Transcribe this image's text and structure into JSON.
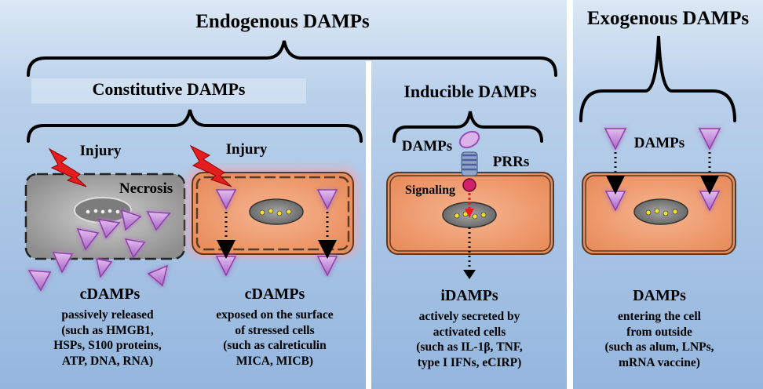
{
  "header": {
    "endogenous_title": "Endogenous DAMPs",
    "exogenous_title": "Exogenous DAMPs"
  },
  "constitutive": {
    "title": "Constitutive DAMPs",
    "necrosis_panel": {
      "injury_label": "Injury",
      "necrosis_label": "Necrosis",
      "caption": "cDAMPs",
      "description": [
        "passively released",
        "(such as HMGB1,",
        "HSPs, S100 proteins,",
        "ATP, DNA, RNA)"
      ]
    },
    "stressed_panel": {
      "injury_label": "Injury",
      "caption": "cDAMPs",
      "description": [
        "exposed on the surface",
        "of stressed cells",
        "(such as calreticulin",
        "MICA, MICB)"
      ]
    }
  },
  "inducible": {
    "title": "Inducible DAMPs",
    "damps_label": "DAMPs",
    "prrs_label": "PRRs",
    "signaling_label": "Signaling",
    "caption": "iDAMPs",
    "description": [
      "actively secreted by",
      "activated cells",
      "(such as IL-1β, TNF,",
      "type I IFNs, eCIRP)"
    ]
  },
  "exogenous": {
    "damps_label": "DAMPs",
    "caption": "DAMPs",
    "description": [
      "entering the cell",
      "from outside",
      "(such as alum, LNPs,",
      "mRNA vaccine)"
    ]
  },
  "colors": {
    "panel_blue": "#a9c4e4",
    "cell_fill": "#f2a277",
    "damp_triangle": "#c993d9",
    "injury_bolt": "#e41e1e",
    "divider": "#ffffff"
  },
  "icons": [
    "lightning-bolt-icon",
    "triangle-damp-icon",
    "receptor-icon",
    "nucleus-icon"
  ]
}
